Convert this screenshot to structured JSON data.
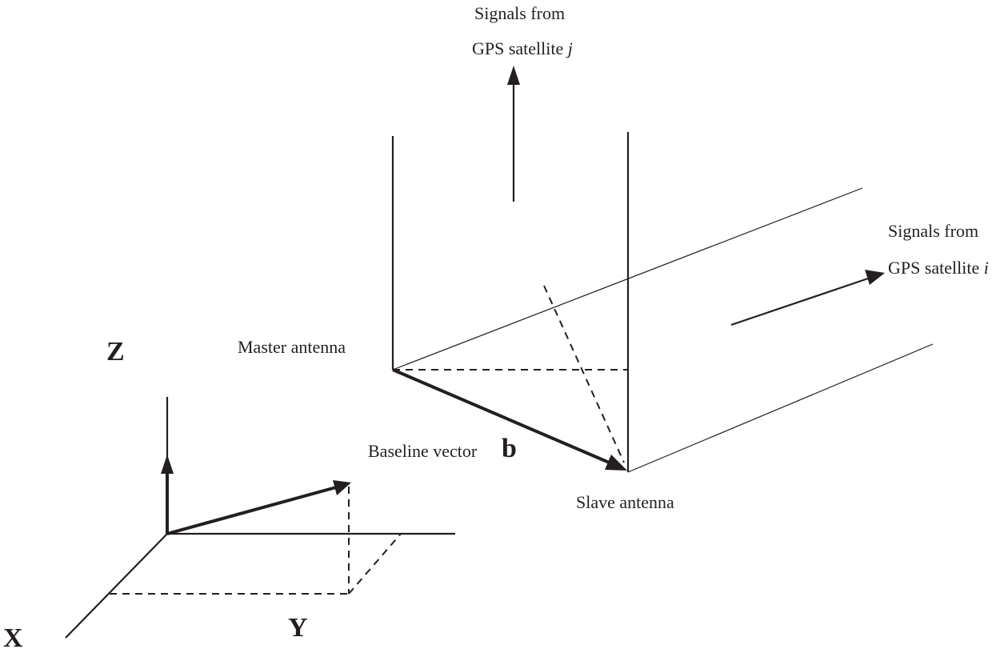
{
  "labels": {
    "satellite_j_line1": "Signals from",
    "satellite_j_line2": "GPS satellite ",
    "satellite_j_id": "j",
    "satellite_i_line1": "Signals from",
    "satellite_i_line2": "GPS satellite ",
    "satellite_i_id": "i",
    "master_antenna": "Master antenna",
    "slave_antenna": "Slave antenna",
    "baseline_text": "Baseline vector ",
    "baseline_symbol": "b"
  },
  "axes": {
    "x": "X",
    "y": "Y",
    "z": "Z"
  },
  "colors": {
    "ink": "#231f20",
    "background": "#ffffff"
  }
}
